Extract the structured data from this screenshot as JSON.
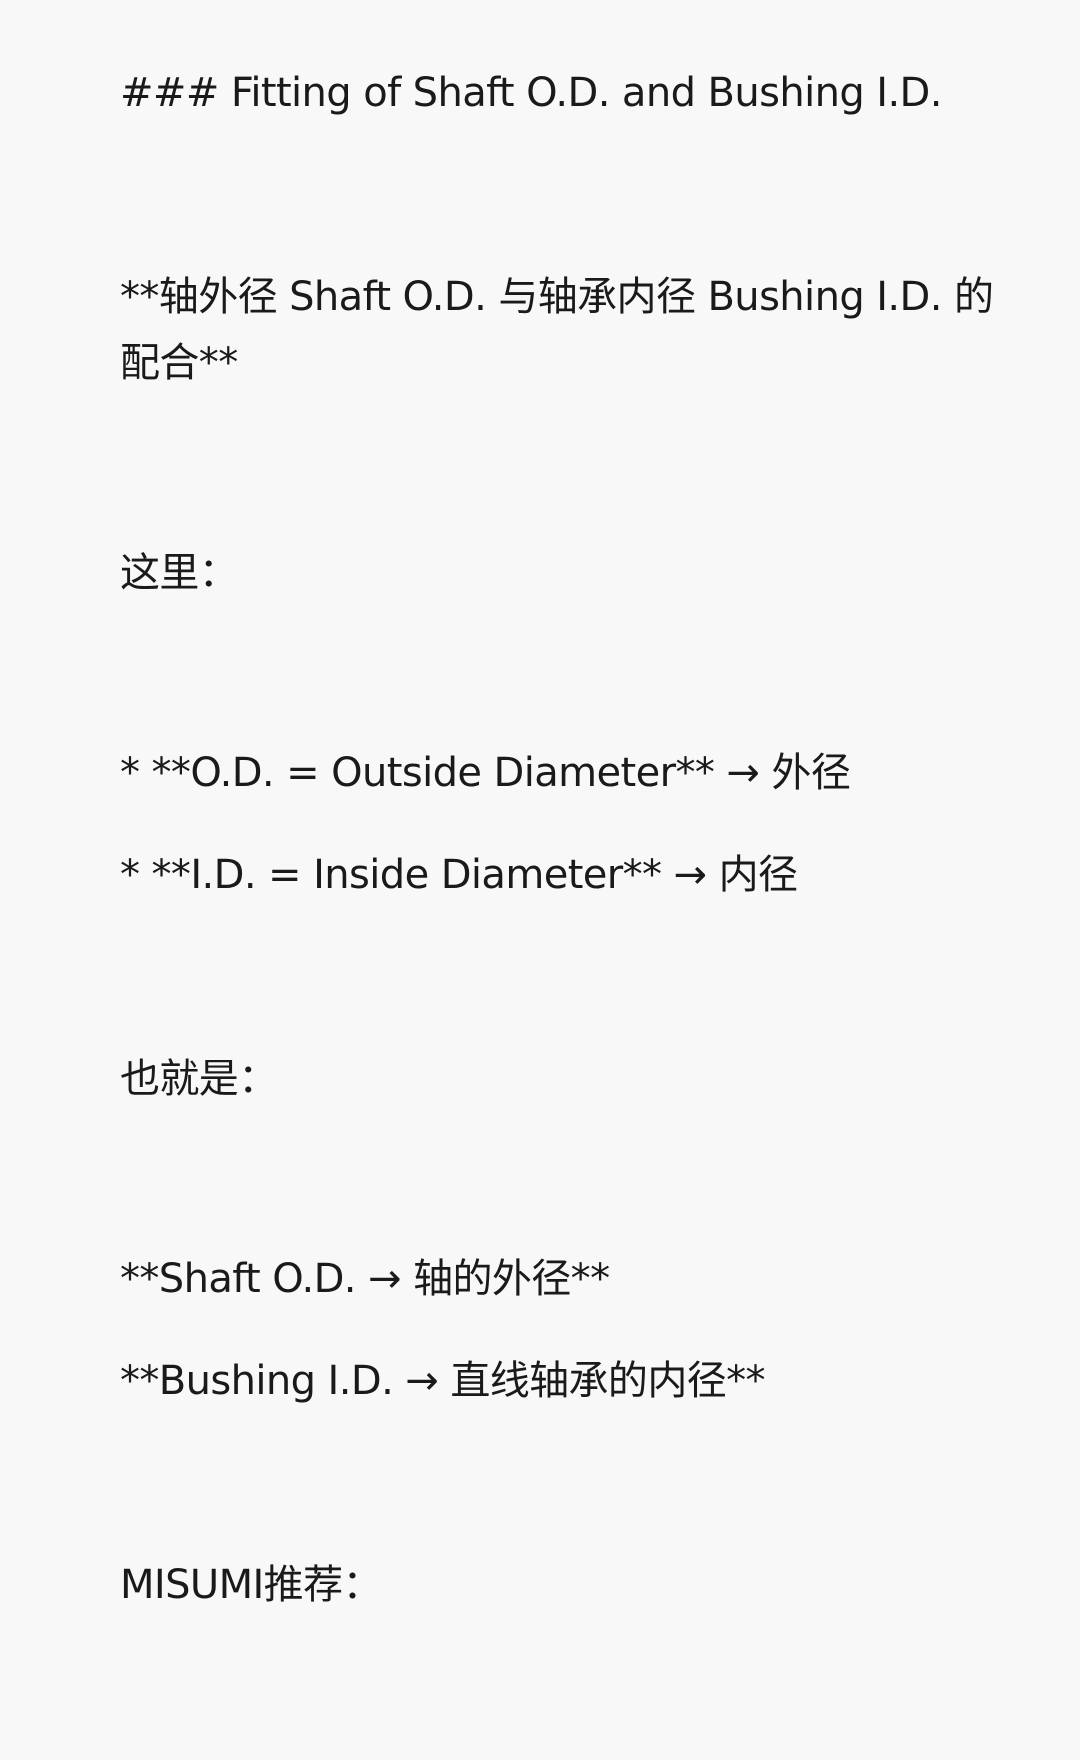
{
  "document": {
    "heading": "### Fitting of Shaft O.D. and Bushing I.D.",
    "bold_title": "**轴外径 Shaft O.D. 与轴承内径 Bushing I.D. 的配合**",
    "here_label": "这里：",
    "od_item": "* **O.D. = Outside Diameter** → 外径",
    "id_item": "* **I.D. = Inside Diameter** → 内径",
    "that_is_label": "也就是：",
    "shaft_line": "**Shaft O.D. → 轴的外径**",
    "bushing_line": "**Bushing I.D. → 直线轴承的内径**",
    "misumi_label": "MISUMI推荐："
  }
}
